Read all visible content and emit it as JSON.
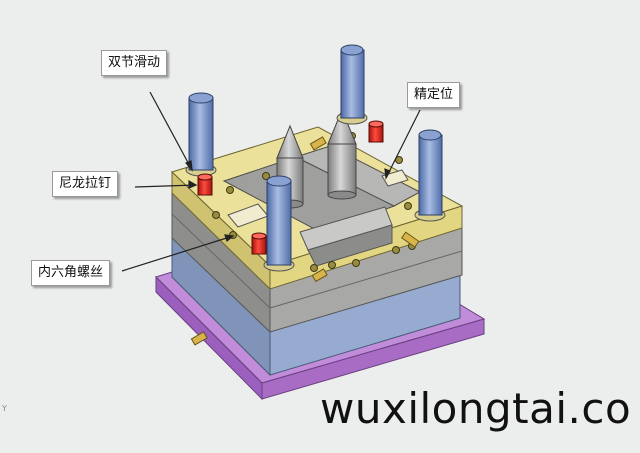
{
  "labels": {
    "double_slide": "双节滑动",
    "locating": "精定位",
    "nylon_pin": "尼龙拉钉",
    "hex_screw": "内六角螺丝"
  },
  "watermark": "wuxilongtai.co",
  "axis_mark": "Y",
  "colors": {
    "background": "#eceeed",
    "base_plate": "#a86cc4",
    "plate_blue": "#8fa4c7",
    "plate_gray": "#a9aaa8",
    "plate_yellow": "#e3d683",
    "guide_pillar": "#6e8bc4",
    "red_pin": "#d8241c",
    "cone": "#b3b3b3"
  }
}
